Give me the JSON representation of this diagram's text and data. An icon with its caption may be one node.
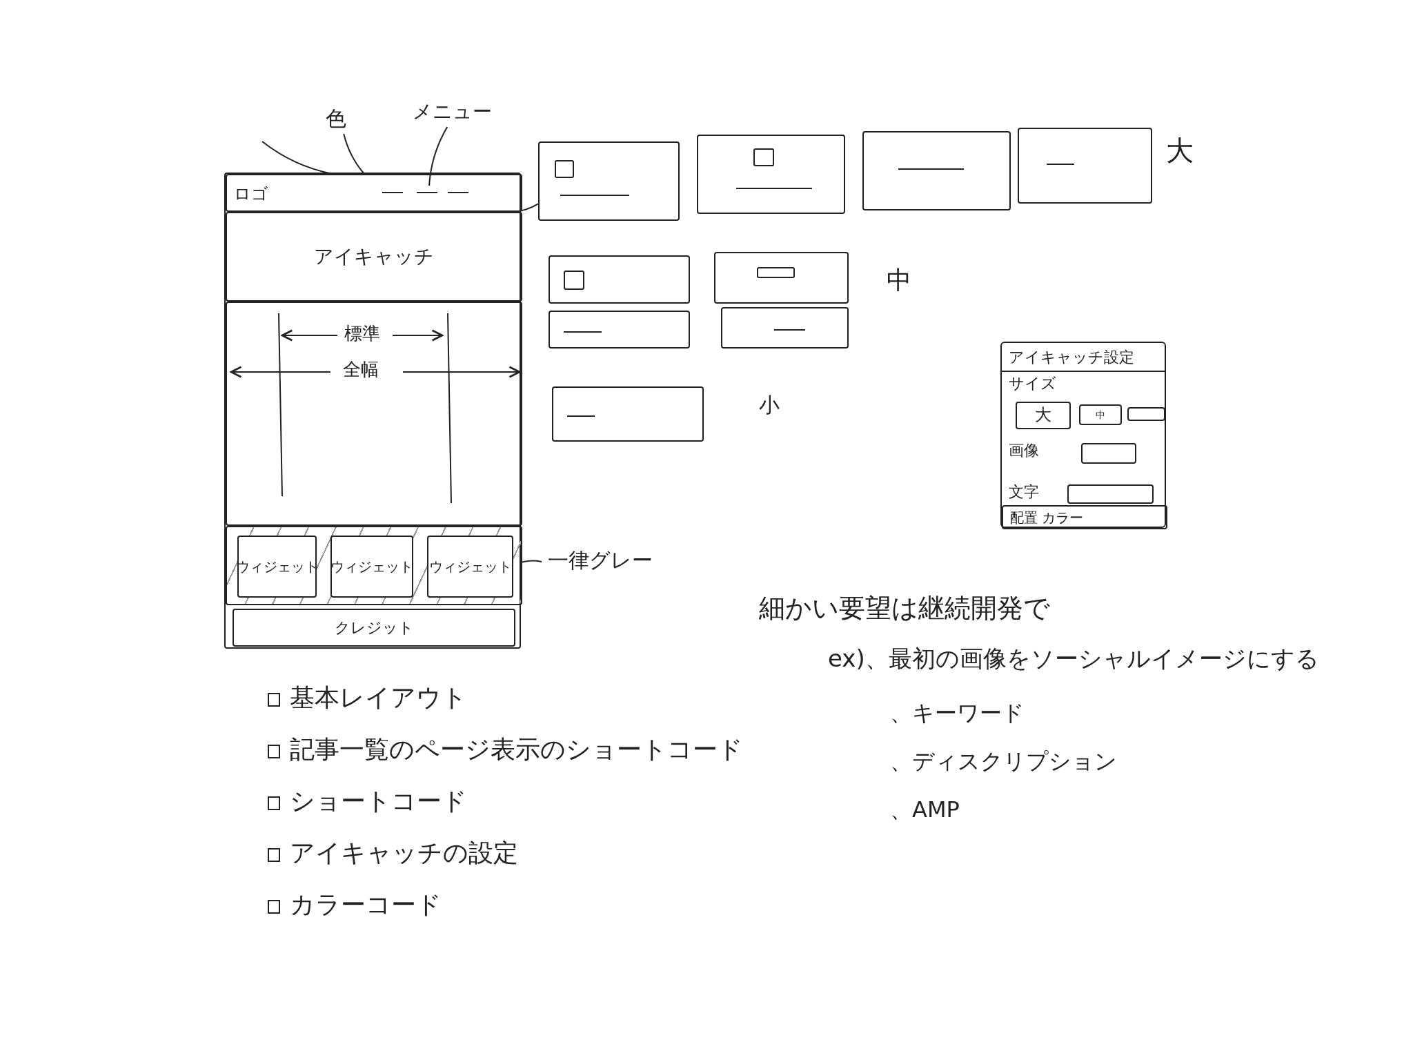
{
  "diagram": {
    "nodes": [
      {
        "text": [
          "色"
        ]
      },
      {
        "text": [
          "メニュー"
        ]
      },
      {
        "text": [],
        "shape": "box"
      },
      {
        "text": [
          "ロゴ"
        ],
        "in": 2
      },
      {
        "text": [],
        "shape": "bar",
        "in": 3
      },
      {
        "text": [
          "アイキャッチ"
        ],
        "in": 2
      },
      {
        "text": [
          "標準",
          "全幅"
        ],
        "in": 2
      },
      {
        "text": [],
        "shape": "box",
        "in": 2
      },
      {
        "text": [
          "ウィジェット"
        ],
        "in": 7
      },
      {
        "text": [
          "ウィジェット"
        ],
        "in": 7
      },
      {
        "text": [
          "ウィジェット"
        ],
        "in": 7
      },
      {
        "text": [
          "クレジット"
        ],
        "in": 2
      },
      {
        "text": [
          "一律グレー"
        ]
      },
      {
        "text": [],
        "shape": "box"
      },
      {
        "text": [],
        "shape": "box"
      },
      {
        "text": [],
        "shape": "box"
      },
      {
        "text": [],
        "shape": "box"
      },
      {
        "text": [],
        "shape": "box"
      },
      {
        "text": [],
        "shape": "box"
      },
      {
        "text": [],
        "shape": "box"
      },
      {
        "text": [],
        "shape": "box"
      },
      {
        "text": [],
        "shape": "box"
      },
      {
        "text": [
          "アイキャッチ設定"
        ]
      },
      {
        "text": [
          "大"
        ],
        "in": 22
      },
      {
        "text": [
          "中"
        ],
        "in": 22
      },
      {
        "text": [],
        "shape": "box",
        "in": 22
      },
      {
        "text": [],
        "shape": "box",
        "in": 22
      },
      {
        "text": [],
        "shape": "box",
        "in": 22
      },
      {
        "text": [
          "配置 カラー"
        ],
        "in": 22
      }
    ],
    "edges": [
      {
        "from": null,
        "to": 3,
        "arrow": "none"
      },
      {
        "from": 0,
        "to": 3,
        "arrow": "none"
      },
      {
        "from": 1,
        "to": 4,
        "arrow": "none"
      },
      {
        "from": 5,
        "to": 13,
        "arrow": "none"
      },
      {
        "from": 12,
        "to": 7,
        "arrow": "none"
      }
    ],
    "labels": [
      "大",
      "中",
      "小",
      "サイズ",
      "画像",
      "文字",
      "基本レイアウト",
      "記事一覧のページ表示のショートコード",
      "ショートコード",
      "アイキャッチの設定",
      "カラーコード",
      "細かい要望は継続開発で",
      "ex)、最初の画像をソーシャルイメージにする",
      "、キーワード",
      "、ディスクリプション",
      "、AMP"
    ]
  }
}
